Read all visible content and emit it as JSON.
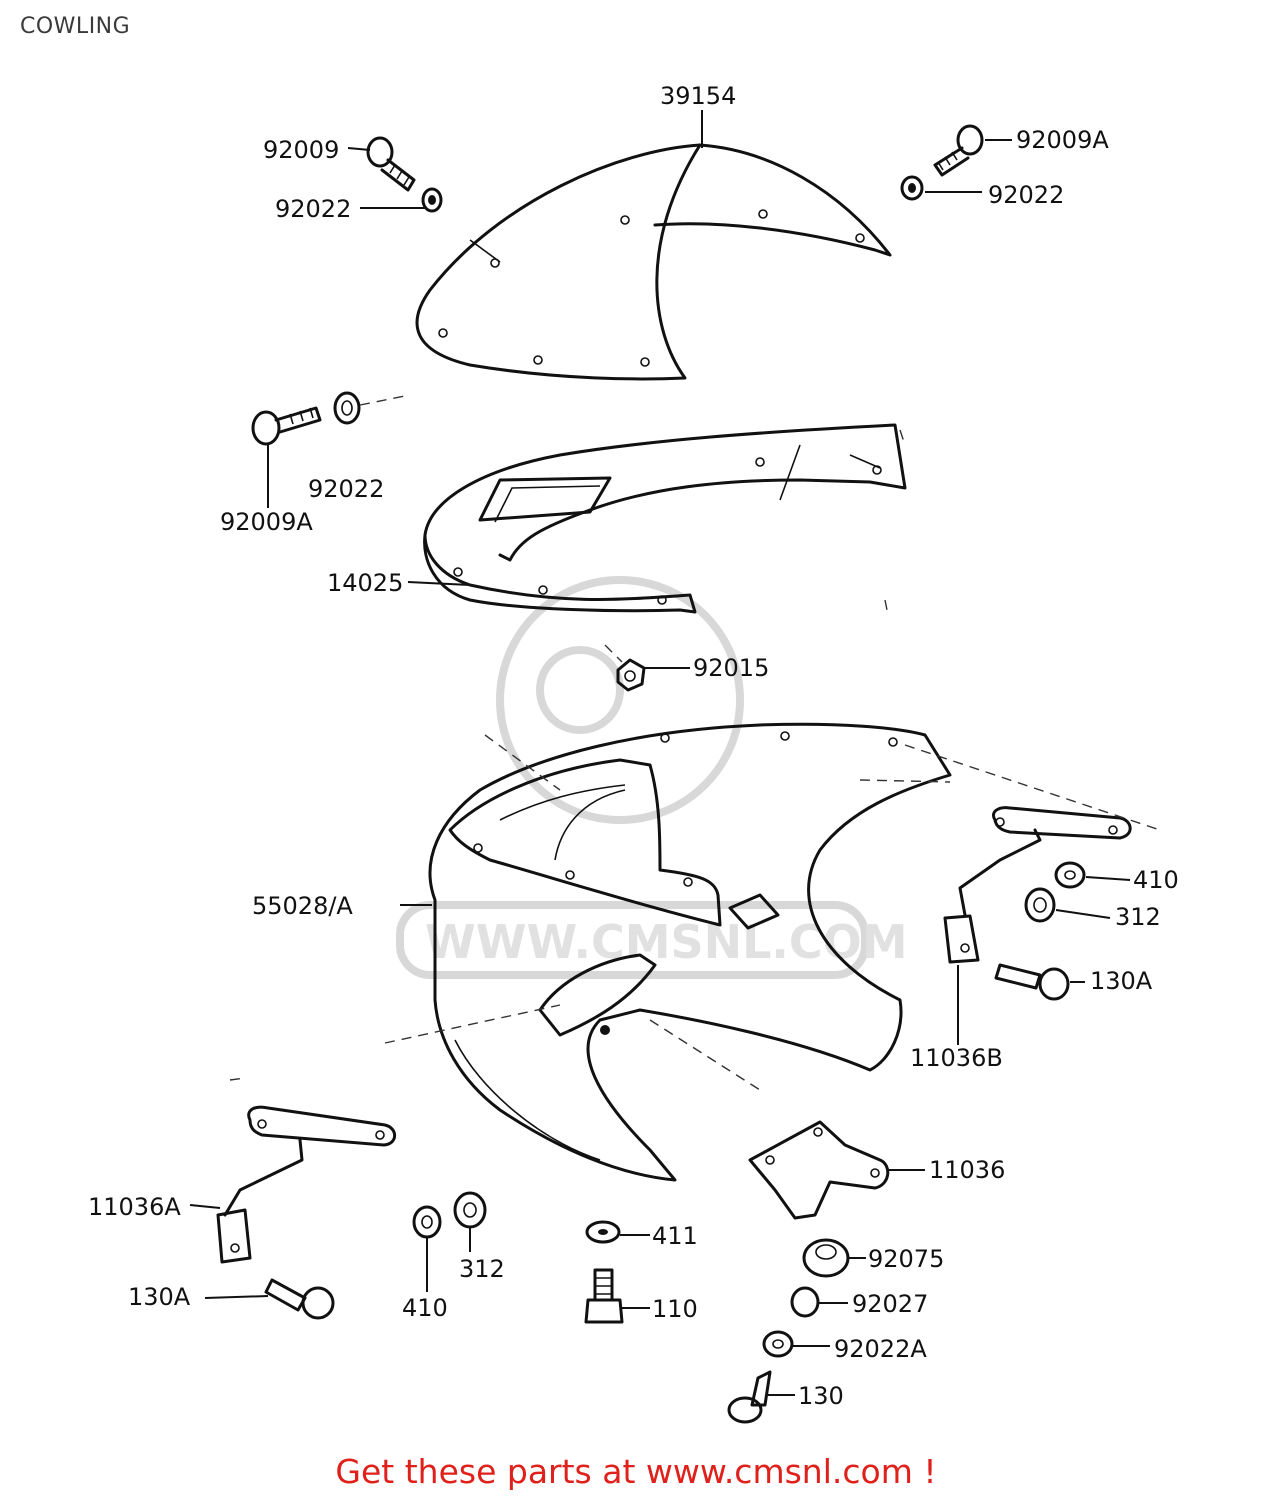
{
  "title": "COWLING",
  "footer": "Get these parts at www.cmsnl.com !",
  "watermark": "WWW.CMSNL.COM",
  "parts": [
    {
      "ref": "39154"
    },
    {
      "ref": "92009"
    },
    {
      "ref": "92022"
    },
    {
      "ref": "92009A"
    },
    {
      "ref": "92022"
    },
    {
      "ref": "92022"
    },
    {
      "ref": "92009A"
    },
    {
      "ref": "14025"
    },
    {
      "ref": "92015"
    },
    {
      "ref": "55028/A"
    },
    {
      "ref": "410"
    },
    {
      "ref": "312"
    },
    {
      "ref": "130A"
    },
    {
      "ref": "11036B"
    },
    {
      "ref": "11036A"
    },
    {
      "ref": "130A"
    },
    {
      "ref": "410"
    },
    {
      "ref": "312"
    },
    {
      "ref": "411"
    },
    {
      "ref": "110"
    },
    {
      "ref": "11036"
    },
    {
      "ref": "92075"
    },
    {
      "ref": "92027"
    },
    {
      "ref": "92022A"
    },
    {
      "ref": "130"
    }
  ]
}
